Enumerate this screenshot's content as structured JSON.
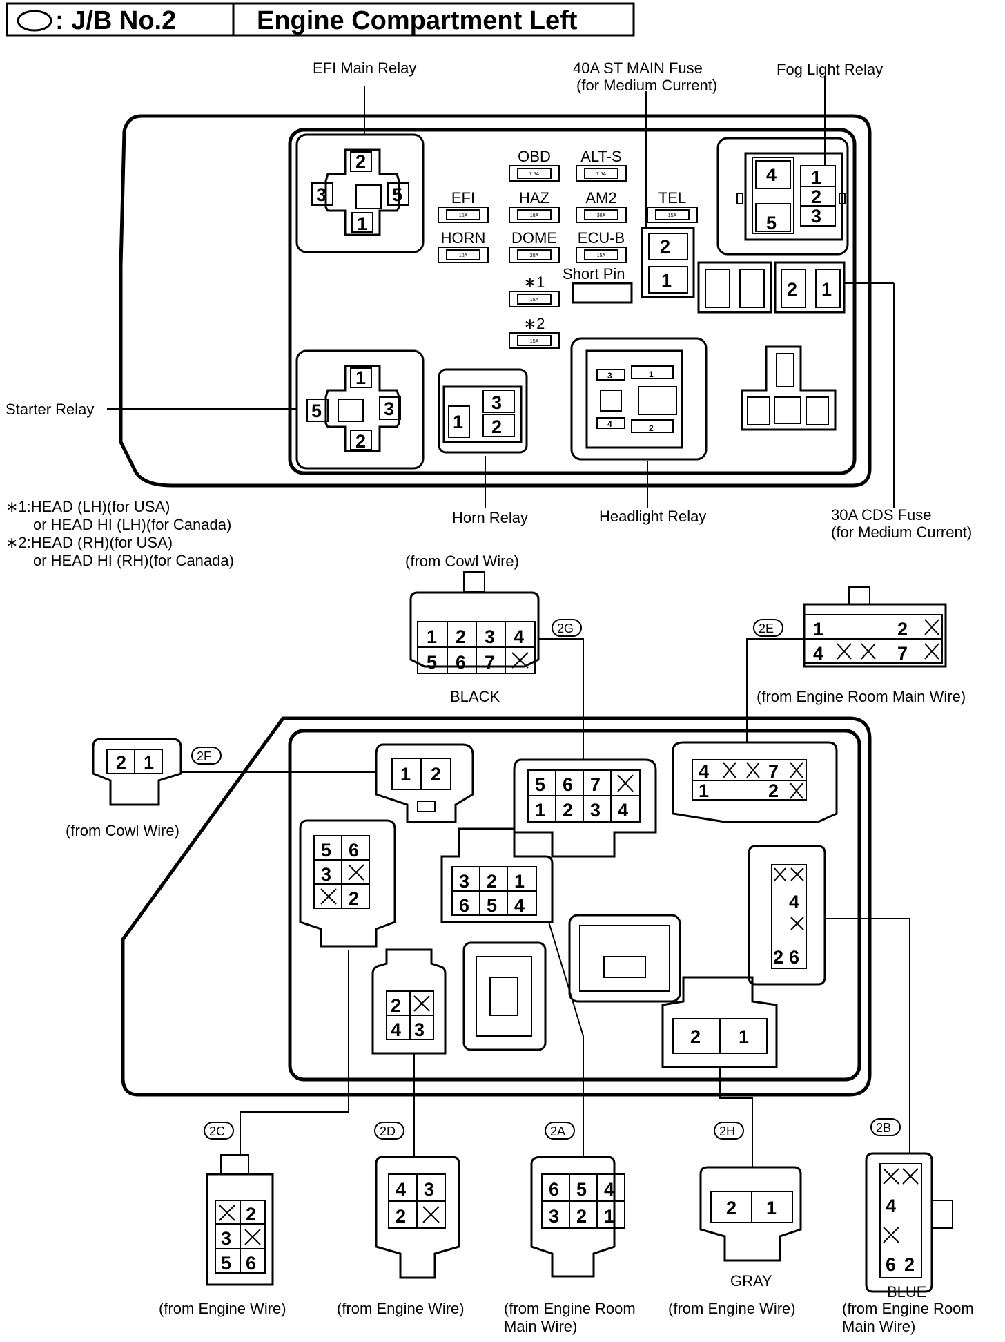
{
  "header": {
    "symbol": "◯",
    "code": ": J/B No.2",
    "title": "Engine Compartment Left"
  },
  "labels": {
    "efi_main_relay": "EFI Main Relay",
    "st_main_fuse_1": "40A ST MAIN Fuse",
    "st_main_fuse_2": "(for Medium Current)",
    "fog_light_relay": "Fog Light Relay",
    "starter_relay": "Starter Relay",
    "horn_relay": "Horn Relay",
    "headlight_relay": "Headlight Relay",
    "cds_fuse_1": "30A CDS Fuse",
    "cds_fuse_2": "(for Medium Current)",
    "short_pin": "Short Pin"
  },
  "notes": [
    "∗1:HEAD (LH)(for USA)",
    "or HEAD HI (LH)(for Canada)",
    "∗2:HEAD (RH)(for USA)",
    "or HEAD HI (RH)(for Canada)"
  ],
  "fuses": [
    {
      "name": "OBD",
      "amp": "7.5A"
    },
    {
      "name": "ALT-S",
      "amp": "7.5A"
    },
    {
      "name": "EFI",
      "amp": "15A"
    },
    {
      "name": "HAZ",
      "amp": "10A"
    },
    {
      "name": "AM2",
      "amp": "30A"
    },
    {
      "name": "TEL",
      "amp": "15A"
    },
    {
      "name": "HORN",
      "amp": "10A"
    },
    {
      "name": "DOME",
      "amp": "20A"
    },
    {
      "name": "ECU-B",
      "amp": "15A"
    },
    {
      "name": "∗1",
      "amp": "15A"
    },
    {
      "name": "∗2",
      "amp": "15A"
    }
  ],
  "connectors": {
    "2G": {
      "tag": "2G",
      "source": "(from Cowl Wire)",
      "color": "BLACK"
    },
    "2E": {
      "tag": "2E",
      "source": "(from Engine Room Main Wire)"
    },
    "2F": {
      "tag": "2F",
      "source": "(from Cowl Wire)"
    },
    "2C": {
      "tag": "2C",
      "source": "(from Engine Wire)"
    },
    "2D": {
      "tag": "2D",
      "source": "(from Engine Wire)"
    },
    "2A": {
      "tag": "2A",
      "source_1": "(from Engine Room",
      "source_2": "Main Wire)"
    },
    "2H": {
      "tag": "2H",
      "source": "(from Engine Wire)",
      "color": "GRAY"
    },
    "2B": {
      "tag": "2B",
      "source_1": "(from Engine Room",
      "source_2": "Main Wire)",
      "color": "BLUE"
    }
  }
}
